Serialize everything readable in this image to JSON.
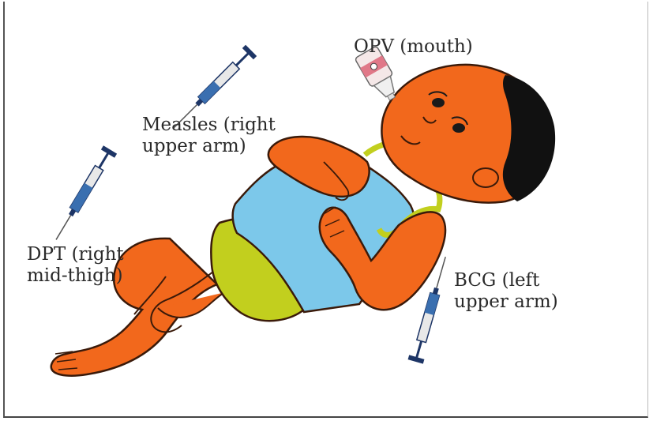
{
  "labels": {
    "opv": {
      "lines": [
        "OPV (mouth)"
      ]
    },
    "measles": {
      "lines": [
        "Measles (right",
        "upper arm)"
      ]
    },
    "dpt": {
      "lines": [
        "DPT (right",
        "mid-thigh)"
      ]
    },
    "bcg": {
      "lines": [
        "BCG (left",
        "upper arm)"
      ]
    }
  },
  "colors": {
    "skin": "#f2681c",
    "skin_outline": "#3a1a0a",
    "shirt": "#7cc8ea",
    "shirt_trim": "#c2cf1e",
    "diaper": "#c2cf1e",
    "hair": "#111111",
    "syringe_barrel": "#e8e8e8",
    "syringe_fluid": "#3a6fb0",
    "syringe_dark": "#1d3566"
  }
}
